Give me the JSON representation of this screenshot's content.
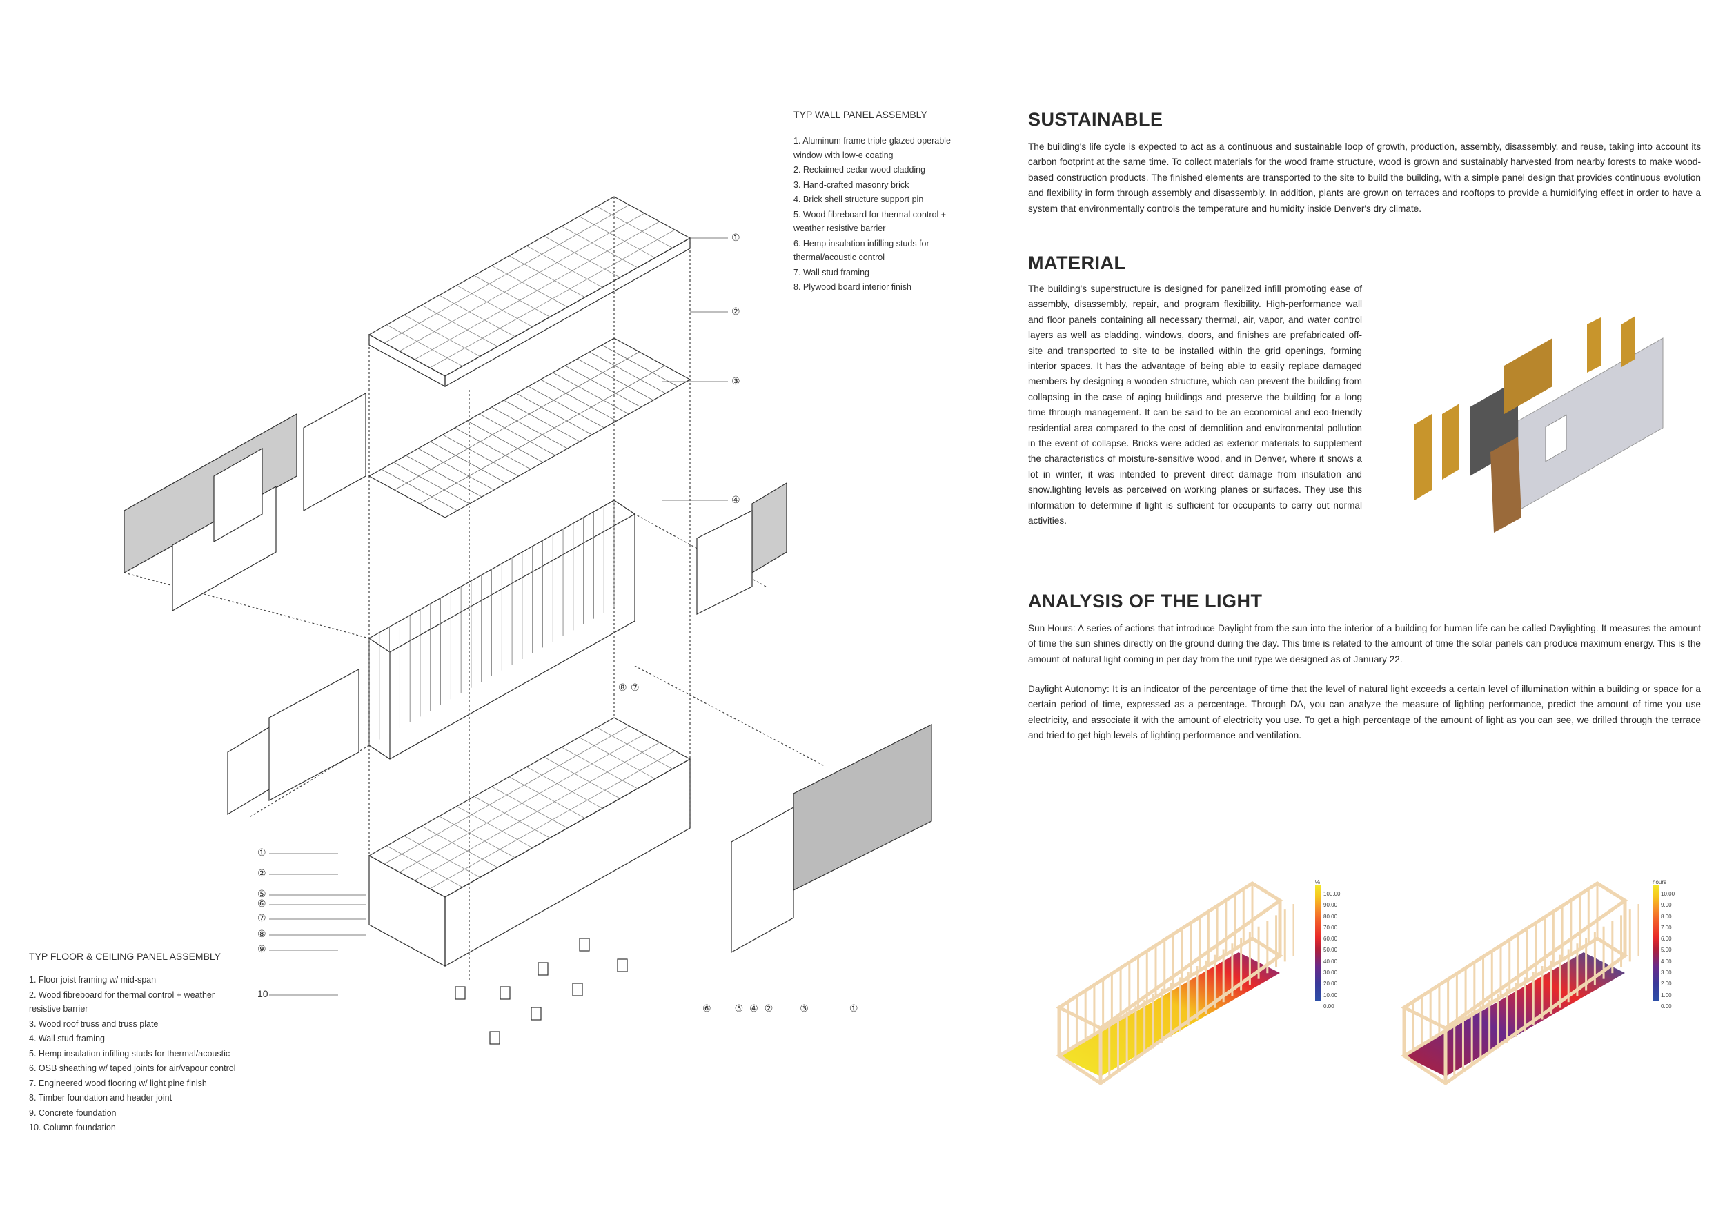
{
  "wall_assembly": {
    "title": "TYP WALL PANEL ASSEMBLY",
    "items": [
      "1. Aluminum frame triple-glazed operable window with low-e coating",
      "2. Reclaimed cedar wood cladding",
      "3. Hand-crafted masonry brick",
      "4. Brick shell structure support pin",
      "5. Wood fibreboard for thermal control + weather resistive barrier",
      "6. Hemp insulation infilling studs for thermal/acoustic control",
      "7. Wall stud framing",
      "8. Plywood board interior finish"
    ]
  },
  "floor_assembly": {
    "title": "TYP FLOOR & CEILING PANEL ASSEMBLY",
    "items": [
      "1. Floor joist framing w/ mid-span",
      "2. Wood fibreboard for thermal control + weather resistive barrier",
      "3. Wood roof truss and truss plate",
      "4. Wall stud framing",
      "5. Hemp insulation infilling studs for thermal/acoustic",
      "6. OSB sheathing w/ taped joints for air/vapour control",
      "7. Engineered wood flooring w/ light pine finish",
      "8. Timber foundation and header joint",
      "9. Concrete foundation",
      "10. Column foundation"
    ]
  },
  "callouts": {
    "upper": [
      "①",
      "②",
      "③",
      "④"
    ],
    "mid": [
      "⑧",
      "⑦"
    ],
    "left": [
      "①",
      "②",
      "⑤",
      "⑥",
      "⑦",
      "⑧",
      "⑨",
      "10"
    ],
    "bottom": [
      "⑥",
      "⑤",
      "④",
      "②",
      "③",
      "①"
    ]
  },
  "sustainable": {
    "title": "SUSTAINABLE",
    "text": "The building's life cycle is expected to act as a continuous and sustainable loop of growth, production, assembly, disassembly, and reuse, taking into account its carbon footprint at the same time. To collect materials for the wood frame structure, wood is grown and sustainably harvested from nearby forests to make wood-based construction products. The finished elements are transported to the site to build the building, with a simple panel design that provides continuous evolution and flexibility in form through assembly and disassembly. In addition, plants are grown on terraces and rooftops to provide a humidifying effect in order to have a system that environmentally controls the temperature and humidity inside Denver's dry climate."
  },
  "material": {
    "title": "MATERIAL",
    "text": "The building's superstructure is designed for panelized infill promoting ease of assembly, disassembly, repair, and program flexibility. High-performance wall and floor panels containing all necessary thermal, air, vapor, and water control layers as well as cladding. windows, doors, and finishes are prefabricated off-site and transported to site to be installed within the grid openings, forming interior spaces. It has the advantage of being able to easily replace damaged members by designing a wooden structure, which can prevent the building from collapsing in the case of aging buildings and preserve the building for a long time through management. It can be said to be an economical and eco-friendly residential area compared to the cost of demolition and environmental pollution in the event of collapse. Bricks were added as exterior materials to supplement the characteristics of moisture-sensitive wood, and in Denver, where it snows a lot in winter, it was intended to prevent direct damage from insulation and snow.lighting levels as perceived on working planes or surfaces. They use this information to determine if light is sufficient for occupants to carry out normal activities."
  },
  "light": {
    "title": "ANALYSIS OF THE LIGHT",
    "sun_hours": "Sun Hours: A series of actions that introduce Daylight from the sun into the interior of a building for human life can be called Daylighting. It measures the amount of time the sun shines directly on the ground during the day. This time is related to the amount of time the solar panels can produce maximum energy. This is the amount of natural light coming in per day from the unit type we designed as of January 22.",
    "daylight_autonomy": "Daylight Autonomy: It is an indicator of the percentage of time that the level of natural light exceeds a certain level of illumination within a building or space for a certain period of time, expressed as a percentage. Through DA, you can analyze the measure of lighting performance, predict the amount of time you use electricity, and associate it with the amount of electricity you use. To get a high percentage of the amount of light as you can see, we drilled through the terrace and tried to get high levels of lighting performance and ventilation."
  },
  "legend_da": {
    "unit": "%",
    "ticks": [
      "100.00",
      "90.00",
      "80.00",
      "70.00",
      "60.00",
      "50.00",
      "40.00",
      "30.00",
      "20.00",
      "10.00",
      "0.00"
    ]
  },
  "legend_sun": {
    "unit": "hours",
    "ticks": [
      "10.00",
      "9.00",
      "8.00",
      "7.00",
      "6.00",
      "5.00",
      "4.00",
      "3.00",
      "2.00",
      "1.00",
      "0.00"
    ]
  },
  "colors": {
    "frame": "#f0d6b0",
    "hot": "#f3e62a",
    "mid": "#e82a2a",
    "cold": "#2c4fa8",
    "wood": "#b8862c"
  }
}
